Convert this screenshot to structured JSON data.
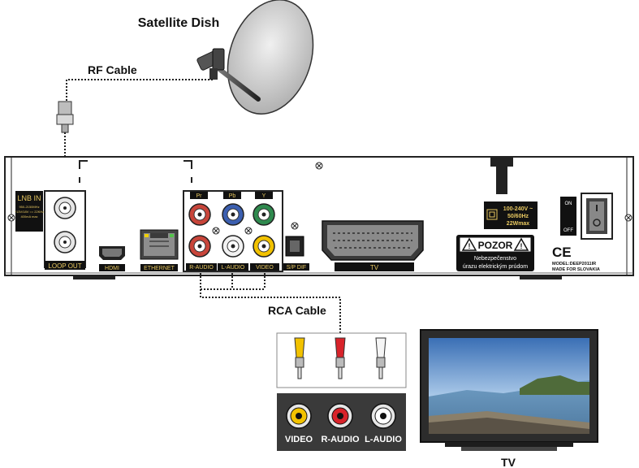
{
  "labels": {
    "satellite_dish": "Satellite Dish",
    "rf_cable": "RF Cable",
    "rca_cable": "RCA Cable",
    "tv": "TV"
  },
  "receiver": {
    "lnb_in": "LNB IN",
    "lnb_spec_1": "950-2150MHz",
    "lnb_spec_2": "+13V/18V == 22KHz",
    "lnb_spec_3": "400mA max",
    "loop_out": "LOOP OUT",
    "hdmi": "HDMI",
    "ethernet": "ETHERNET",
    "pr": "Pr",
    "pb": "Pb",
    "y": "Y",
    "r_audio": "R-AUDIO",
    "l_audio": "L-AUDIO",
    "video": "VIDEO",
    "spdif": "S/P DIF",
    "scart_tv": "TV",
    "power_1": "100-240V ~",
    "power_2": "50/60Hz",
    "power_3": "22Wmax",
    "warning_title": "POZOR",
    "warning_1": "Nebezpečenstvo",
    "warning_2": "úrazu elektrickým prúdom",
    "ce": "CE",
    "model": "MODEL:DEEP2011IR",
    "made_for": "MADE FOR SLOVAKIA",
    "switch_on": "ON",
    "switch_off": "OFF"
  },
  "tv_panel": {
    "video": "VIDEO",
    "r_audio": "R-AUDIO",
    "l_audio": "L-AUDIO"
  },
  "colors": {
    "outline": "#222222",
    "pr_red": "#c8453a",
    "pb_blue": "#3b5fb0",
    "y_green": "#2f8a4e",
    "audio_white": "#f2f2f2",
    "video_yellow": "#f2c200",
    "label_tag": "#1a1a1a",
    "label_tag_text": "#e8c860"
  }
}
